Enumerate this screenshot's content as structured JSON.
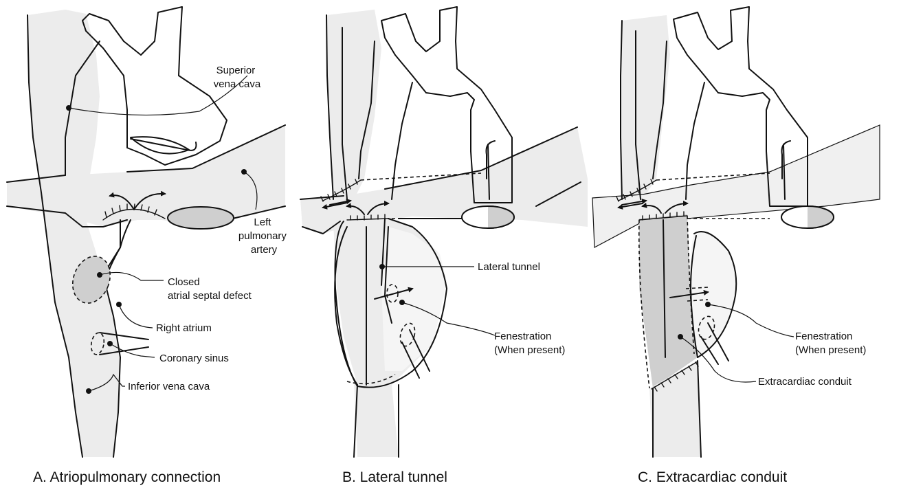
{
  "panels": {
    "a": {
      "caption": "A. Atriopulmonary connection",
      "labels": {
        "superior_vena_cava": [
          "Superior",
          "vena cava"
        ],
        "left_pulmonary_artery": [
          "Left",
          "pulmonary",
          "artery"
        ],
        "closed_asd": [
          "Closed",
          "atrial septal defect"
        ],
        "right_atrium": "Right atrium",
        "coronary_sinus": "Coronary sinus",
        "inferior_vena_cava": "Inferior vena cava"
      }
    },
    "b": {
      "caption": "B. Lateral tunnel",
      "labels": {
        "lateral_tunnel": "Lateral tunnel",
        "fenestration": [
          "Fenestration",
          "(When present)"
        ]
      }
    },
    "c": {
      "caption": "C. Extracardiac conduit",
      "labels": {
        "fenestration": [
          "Fenestration",
          "(When present)"
        ],
        "extracardiac_conduit": "Extracardiac conduit"
      }
    }
  },
  "colors": {
    "vessel_fill": "#ececec",
    "shaded_fill": "#cfcfcf",
    "line": "#111111"
  }
}
